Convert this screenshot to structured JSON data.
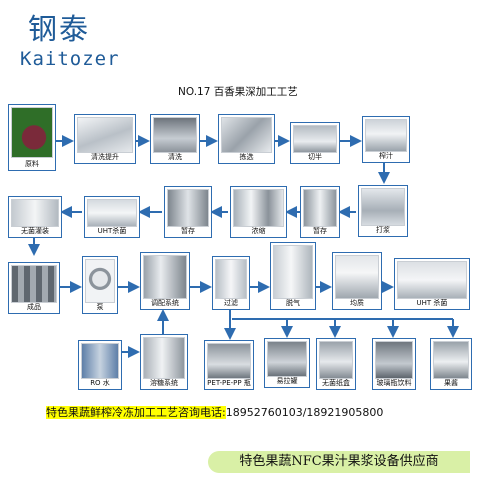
{
  "brand": {
    "name_cn": "钢泰",
    "name_en": "Kaitozer"
  },
  "title": "NO.17  百香果深加工工艺",
  "steps": {
    "raw": "原料",
    "wash_lift": "清洗提升",
    "wash": "清洗",
    "sort": "拣选",
    "cut": "切半",
    "press": "榨汁",
    "pulp": "打浆",
    "temp_store": "暂存",
    "concentrate": "浓缩",
    "temp_store2": "暂存",
    "uht1": "UHT杀菌",
    "aseptic_fill": "无菌灌装",
    "product": "成品",
    "pump": "泵",
    "blending": "调配系统",
    "filter": "过滤",
    "deaerate": "脱气",
    "homogenize": "均质",
    "uht2": "UHT 杀菌",
    "ro_water": "RO 水",
    "sugar": "溶糖系统",
    "pet_bottle": "PET-PE-PP 瓶",
    "can": "易拉罐",
    "aseptic_carton": "无菌纸盒",
    "glass_bottle": "玻璃瓶饮料",
    "jam": "果酱"
  },
  "contact": {
    "label": "特色果蔬鲜榨冷冻加工工艺咨询电话:",
    "phones": "18952760103/18921905800"
  },
  "banner": "特色果蔬NFC果汁果浆设备供应商",
  "colors": {
    "brand": "#1f5b98",
    "node_border": "#2e6cb0",
    "arrow": "#2e6cb0",
    "highlight": "#ffff00",
    "banner": "#d9f0a6"
  }
}
